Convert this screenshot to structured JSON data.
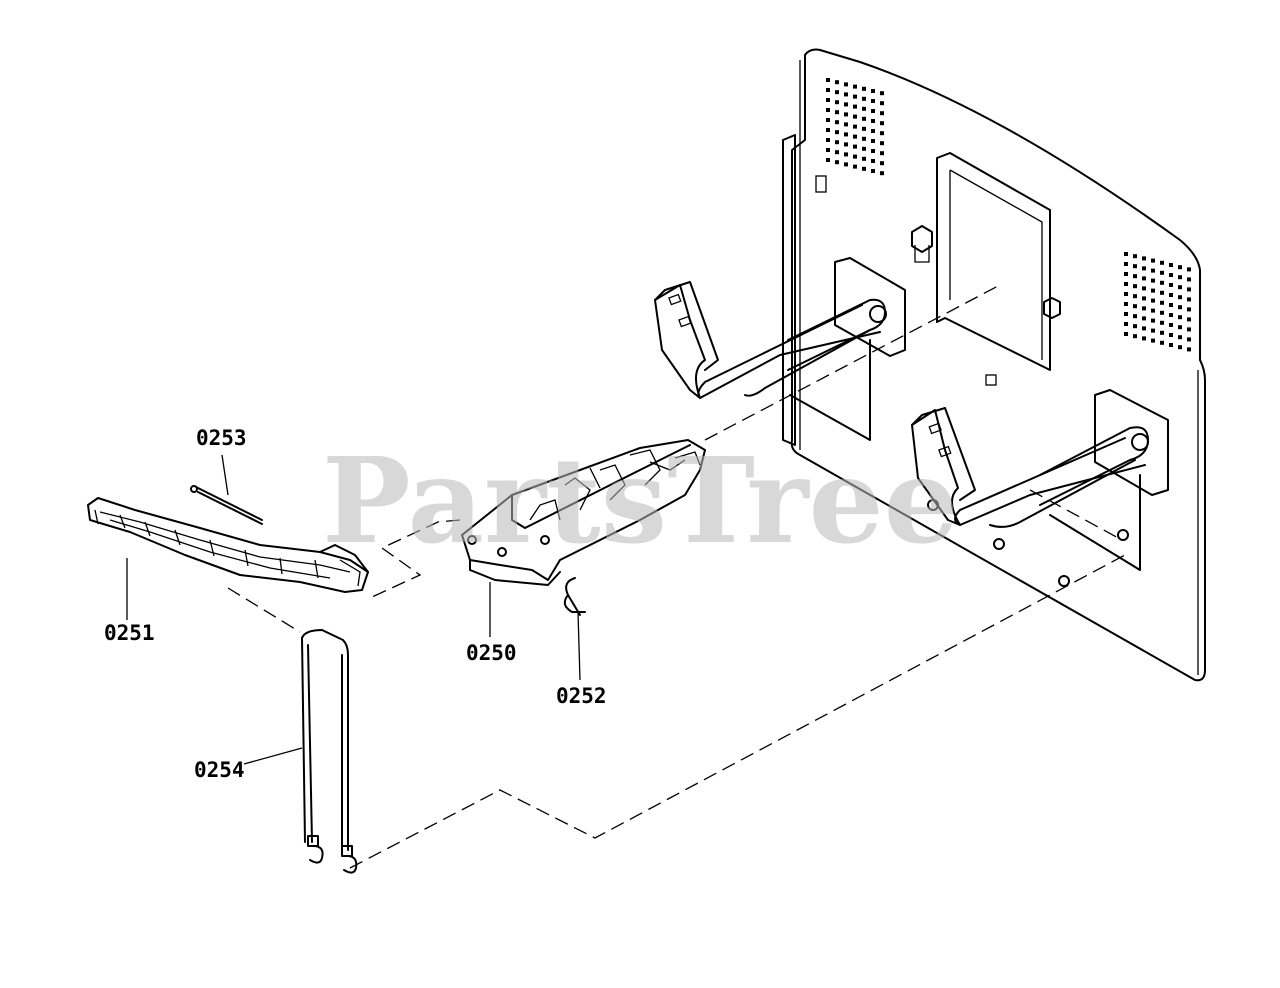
{
  "watermark": "PartsTree",
  "parts": [
    {
      "id": "0250"
    },
    {
      "id": "0251"
    },
    {
      "id": "0252"
    },
    {
      "id": "0253"
    },
    {
      "id": "0254"
    }
  ]
}
